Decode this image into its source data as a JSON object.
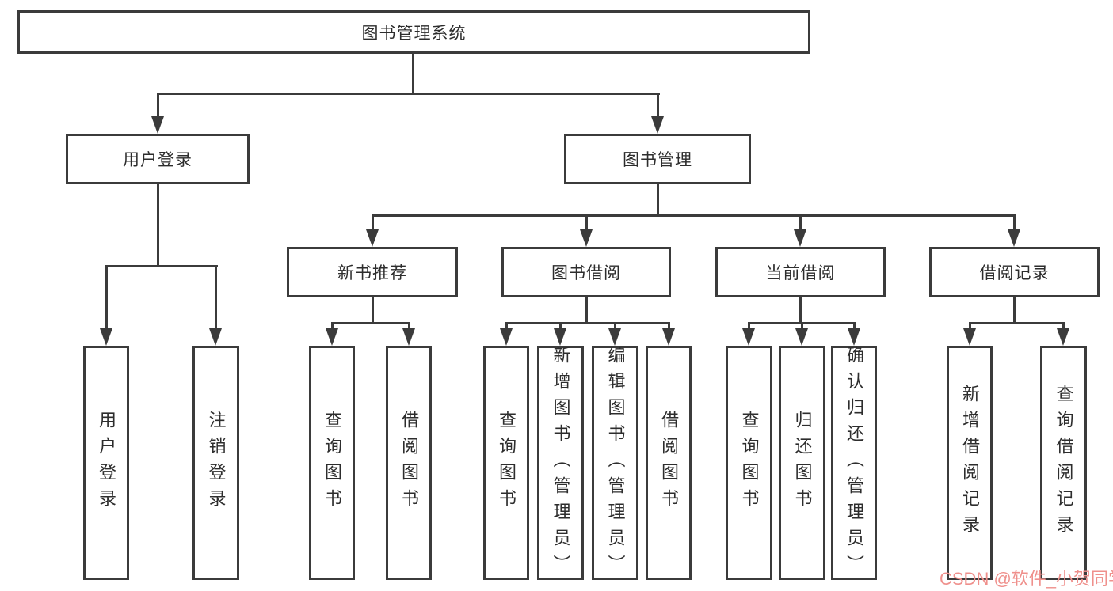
{
  "colors": {
    "line": "#3b3b3b",
    "text": "#2d2d2d",
    "background": "#ffffff",
    "watermark": "#ef908c"
  },
  "tree": {
    "root": {
      "label": "图书管理系统"
    },
    "branches": [
      {
        "label": "用户登录",
        "children": [
          {
            "label": "用户登录"
          },
          {
            "label": "注销登录"
          }
        ]
      },
      {
        "label": "图书管理",
        "children": [
          {
            "label": "新书推荐",
            "children": [
              {
                "label": "查询图书"
              },
              {
                "label": "借阅图书"
              }
            ]
          },
          {
            "label": "图书借阅",
            "children": [
              {
                "label": "查询图书"
              },
              {
                "label": "新增图书（管理员）"
              },
              {
                "label": "编辑图书（管理员）"
              },
              {
                "label": "借阅图书"
              }
            ]
          },
          {
            "label": "当前借阅",
            "children": [
              {
                "label": "查询图书"
              },
              {
                "label": "归还图书"
              },
              {
                "label": "确认归还（管理员）"
              }
            ]
          },
          {
            "label": "借阅记录",
            "children": [
              {
                "label": "新增借阅记录"
              },
              {
                "label": "查询借阅记录"
              }
            ]
          }
        ]
      }
    ]
  },
  "watermark": {
    "text": "CSDN @软件_小贺同学"
  }
}
